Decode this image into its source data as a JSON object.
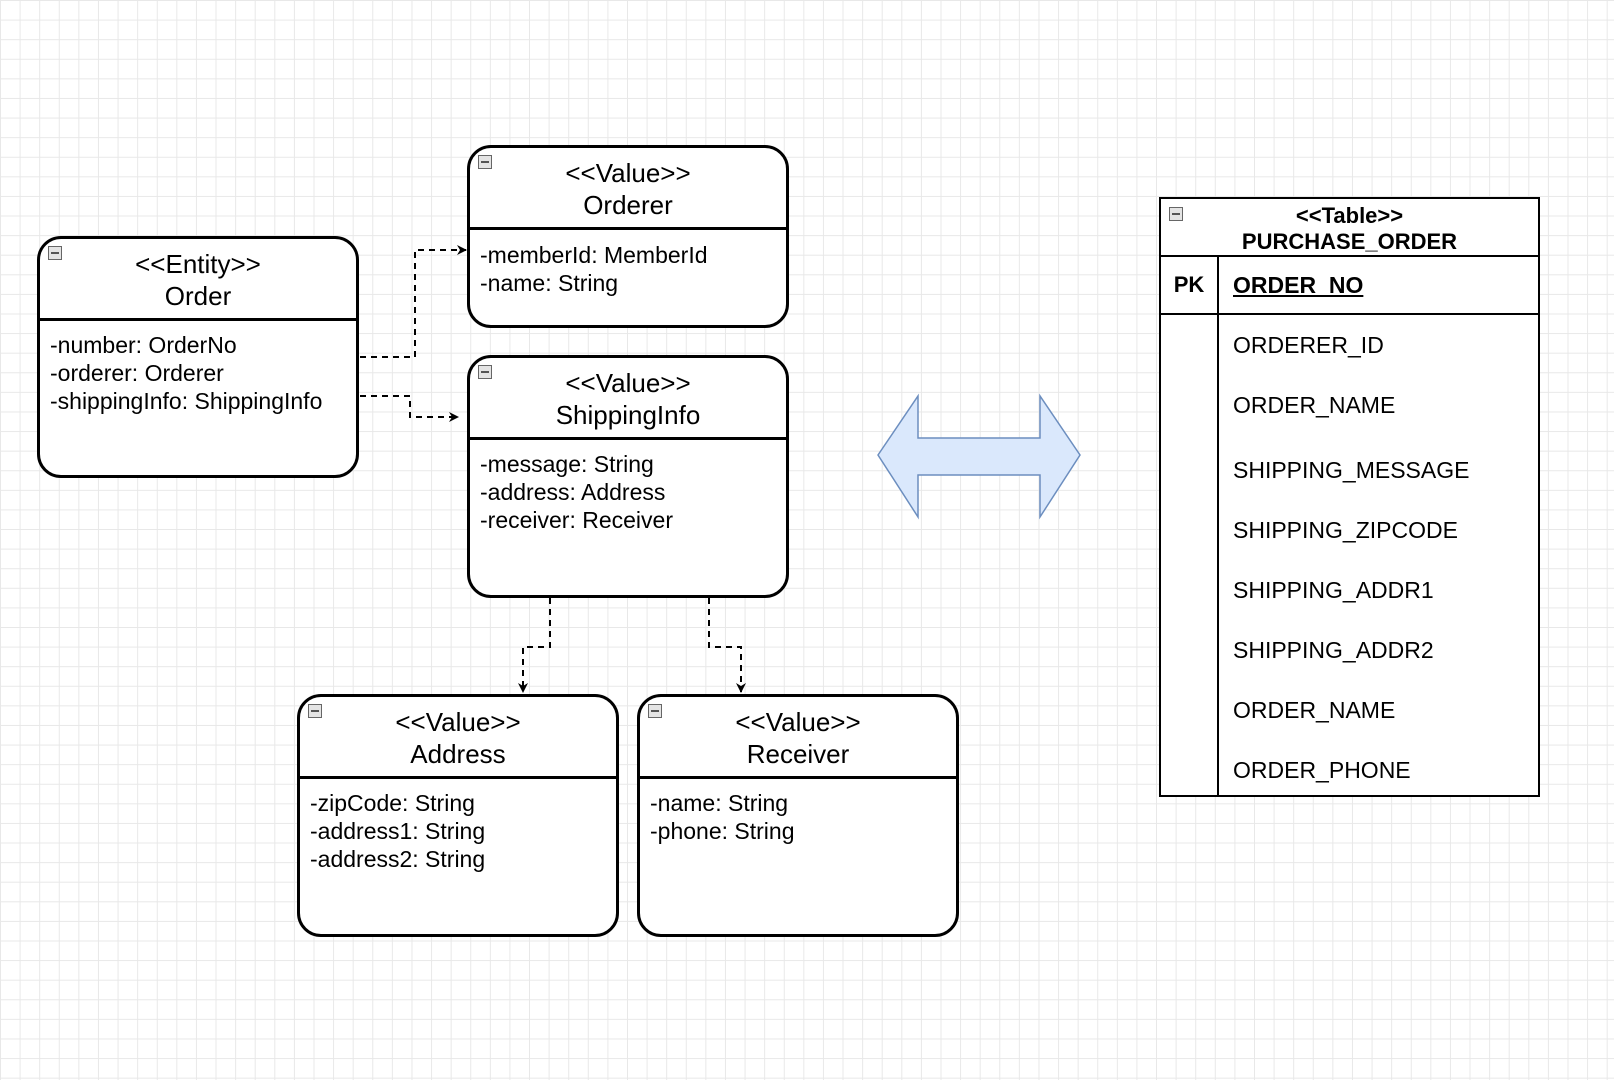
{
  "classes": {
    "order": {
      "stereotype": "<<Entity>>",
      "name": "Order",
      "attributes": [
        "-number: OrderNo",
        "-orderer: Orderer",
        "-shippingInfo: ShippingInfo"
      ]
    },
    "orderer": {
      "stereotype": "<<Value>>",
      "name": "Orderer",
      "attributes": [
        "-memberId: MemberId",
        "-name: String"
      ]
    },
    "shipping_info": {
      "stereotype": "<<Value>>",
      "name": "ShippingInfo",
      "attributes": [
        "-message: String",
        "-address: Address",
        "-receiver: Receiver"
      ]
    },
    "address": {
      "stereotype": "<<Value>>",
      "name": "Address",
      "attributes": [
        "-zipCode: String",
        "-address1: String",
        "-address2: String"
      ]
    },
    "receiver": {
      "stereotype": "<<Value>>",
      "name": "Receiver",
      "attributes": [
        "-name: String",
        "-phone: String"
      ]
    }
  },
  "table": {
    "stereotype": "<<Table>>",
    "name": "PURCHASE_ORDER",
    "pk_label": "PK",
    "pk_column": "ORDER_NO",
    "columns": [
      "ORDERER_ID",
      "ORDER_NAME",
      "SHIPPING_MESSAGE",
      "SHIPPING_ZIPCODE",
      "SHIPPING_ADDR1",
      "SHIPPING_ADDR2",
      "ORDER_NAME",
      "ORDER_PHONE"
    ]
  },
  "colors": {
    "line": "#000000",
    "grid": "#e8e8e8",
    "arrow_fill": "#dae8fc",
    "arrow_stroke": "#6c8ebf"
  },
  "icons": {
    "collapse": "minus-box-icon",
    "mapping": "double-arrow-icon"
  }
}
